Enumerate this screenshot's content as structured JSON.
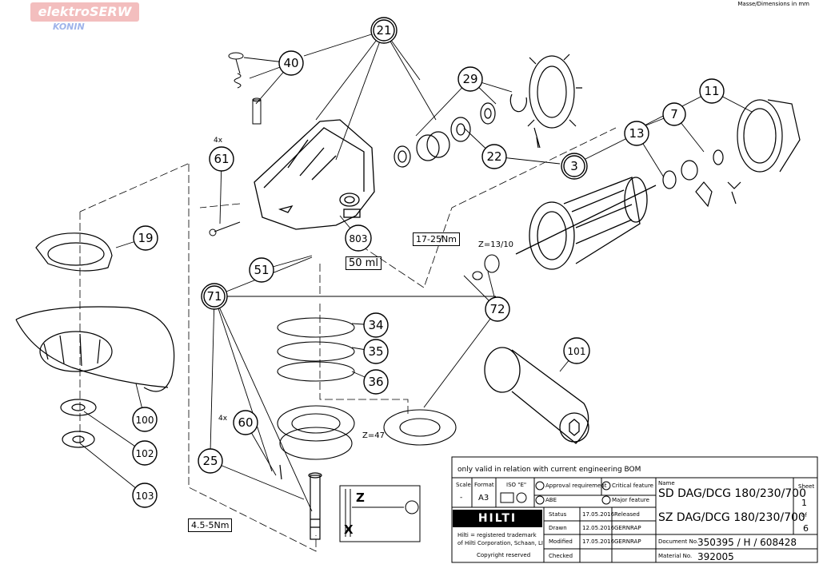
{
  "watermark": {
    "title": "elektroSERW",
    "subtitle": "KONIN"
  },
  "header_note": "Masse/Dimensions in mm",
  "callouts": [
    {
      "id": "c21",
      "label": "21"
    },
    {
      "id": "c40",
      "label": "40"
    },
    {
      "id": "c29",
      "label": "29"
    },
    {
      "id": "c11",
      "label": "11"
    },
    {
      "id": "c7",
      "label": "7"
    },
    {
      "id": "c13",
      "label": "13"
    },
    {
      "id": "c22",
      "label": "22"
    },
    {
      "id": "c3",
      "label": "3"
    },
    {
      "id": "c61",
      "label": "61"
    },
    {
      "id": "c19",
      "label": "19"
    },
    {
      "id": "c803",
      "label": "803"
    },
    {
      "id": "c51",
      "label": "51"
    },
    {
      "id": "c71",
      "label": "71"
    },
    {
      "id": "c72",
      "label": "72"
    },
    {
      "id": "c34",
      "label": "34"
    },
    {
      "id": "c35",
      "label": "35"
    },
    {
      "id": "c36",
      "label": "36"
    },
    {
      "id": "c101",
      "label": "101"
    },
    {
      "id": "c100",
      "label": "100"
    },
    {
      "id": "c60",
      "label": "60"
    },
    {
      "id": "c102",
      "label": "102"
    },
    {
      "id": "c25",
      "label": "25"
    },
    {
      "id": "c103",
      "label": "103"
    }
  ],
  "annotations": {
    "qty_61": "4x",
    "qty_60": "4x",
    "grease": "50 ml",
    "torque_nut": "17-25Nm",
    "teeth_pinion": "Z=13/10",
    "teeth_gear": "Z=47",
    "torque_screw": "4.5-5Nm",
    "detail_z": "Z",
    "detail_x": "X"
  },
  "title_block": {
    "bom_note": "only valid in relation with current engineering BOM",
    "scale_label": "Scale",
    "scale_value": "-",
    "format_label": "Format",
    "format_value": "A3",
    "iso_label": "ISO \"E\"",
    "approval_req": "Approval requirement",
    "critical_feature": "Critical feature",
    "abe": "ABE",
    "major_feature": "Major feature",
    "name_label": "Name",
    "name_sd": "SD DAG/DCG 180/230/700",
    "name_sz": "SZ DAG/DCG 180/230/700",
    "sheet_label": "Sheet",
    "sheet_num": "1",
    "sheet_of": "of",
    "sheet_total": "6",
    "status_label": "Status",
    "status_date": "17.05.2016",
    "status_value": "Released",
    "drawn_label": "Drawn",
    "drawn_date": "12.05.2016",
    "drawn_by": "GERNRAP",
    "modified_label": "Modified",
    "modified_date": "17.05.2016",
    "modified_by": "GERNRAP",
    "checked_label": "Checked",
    "logo": "HILTI",
    "trademark_1": "Hilti = registered trademark",
    "trademark_2": "of Hilti Corporation, Schaan, LI",
    "copyright": "Copyright reserved",
    "doc_label": "Document No.",
    "doc_value": "350395 / H / 608428",
    "mat_label": "Material No.",
    "mat_value": "392005"
  }
}
